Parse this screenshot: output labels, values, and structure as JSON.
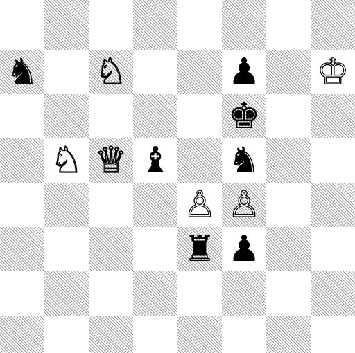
{
  "board": {
    "ranks_top_to_bottom": [
      [
        "",
        "",
        "",
        "",
        "",
        "",
        "",
        ""
      ],
      [
        "black-knight",
        "",
        "white-knight",
        "",
        "",
        "black-pawn",
        "",
        "white-king"
      ],
      [
        "",
        "",
        "",
        "",
        "",
        "black-king",
        "",
        ""
      ],
      [
        "",
        "white-knight",
        "white-queen",
        "black-bishop",
        "",
        "black-knight",
        "",
        ""
      ],
      [
        "",
        "",
        "",
        "",
        "white-pawn",
        "white-pawn",
        "",
        ""
      ],
      [
        "",
        "",
        "",
        "",
        "black-rook",
        "black-pawn",
        "",
        ""
      ],
      [
        "",
        "",
        "",
        "",
        "",
        "",
        "",
        ""
      ],
      [
        "",
        "",
        "",
        "",
        "",
        "",
        "",
        ""
      ]
    ]
  },
  "glyphs": {
    "white-king": "♔",
    "white-queen": "♕",
    "white-rook": "♖",
    "white-bishop": "♗",
    "white-knight": "♘",
    "white-pawn": "♙",
    "black-king": "♚",
    "black-queen": "♛",
    "black-rook": "♜",
    "black-bishop": "♝",
    "black-knight": "♞",
    "black-pawn": "♟"
  },
  "colors": {
    "light_square": "#ffffff",
    "dark_square_hatch": "#9a9a9a",
    "piece_black": "#000000",
    "piece_white_outline": "#000000"
  }
}
